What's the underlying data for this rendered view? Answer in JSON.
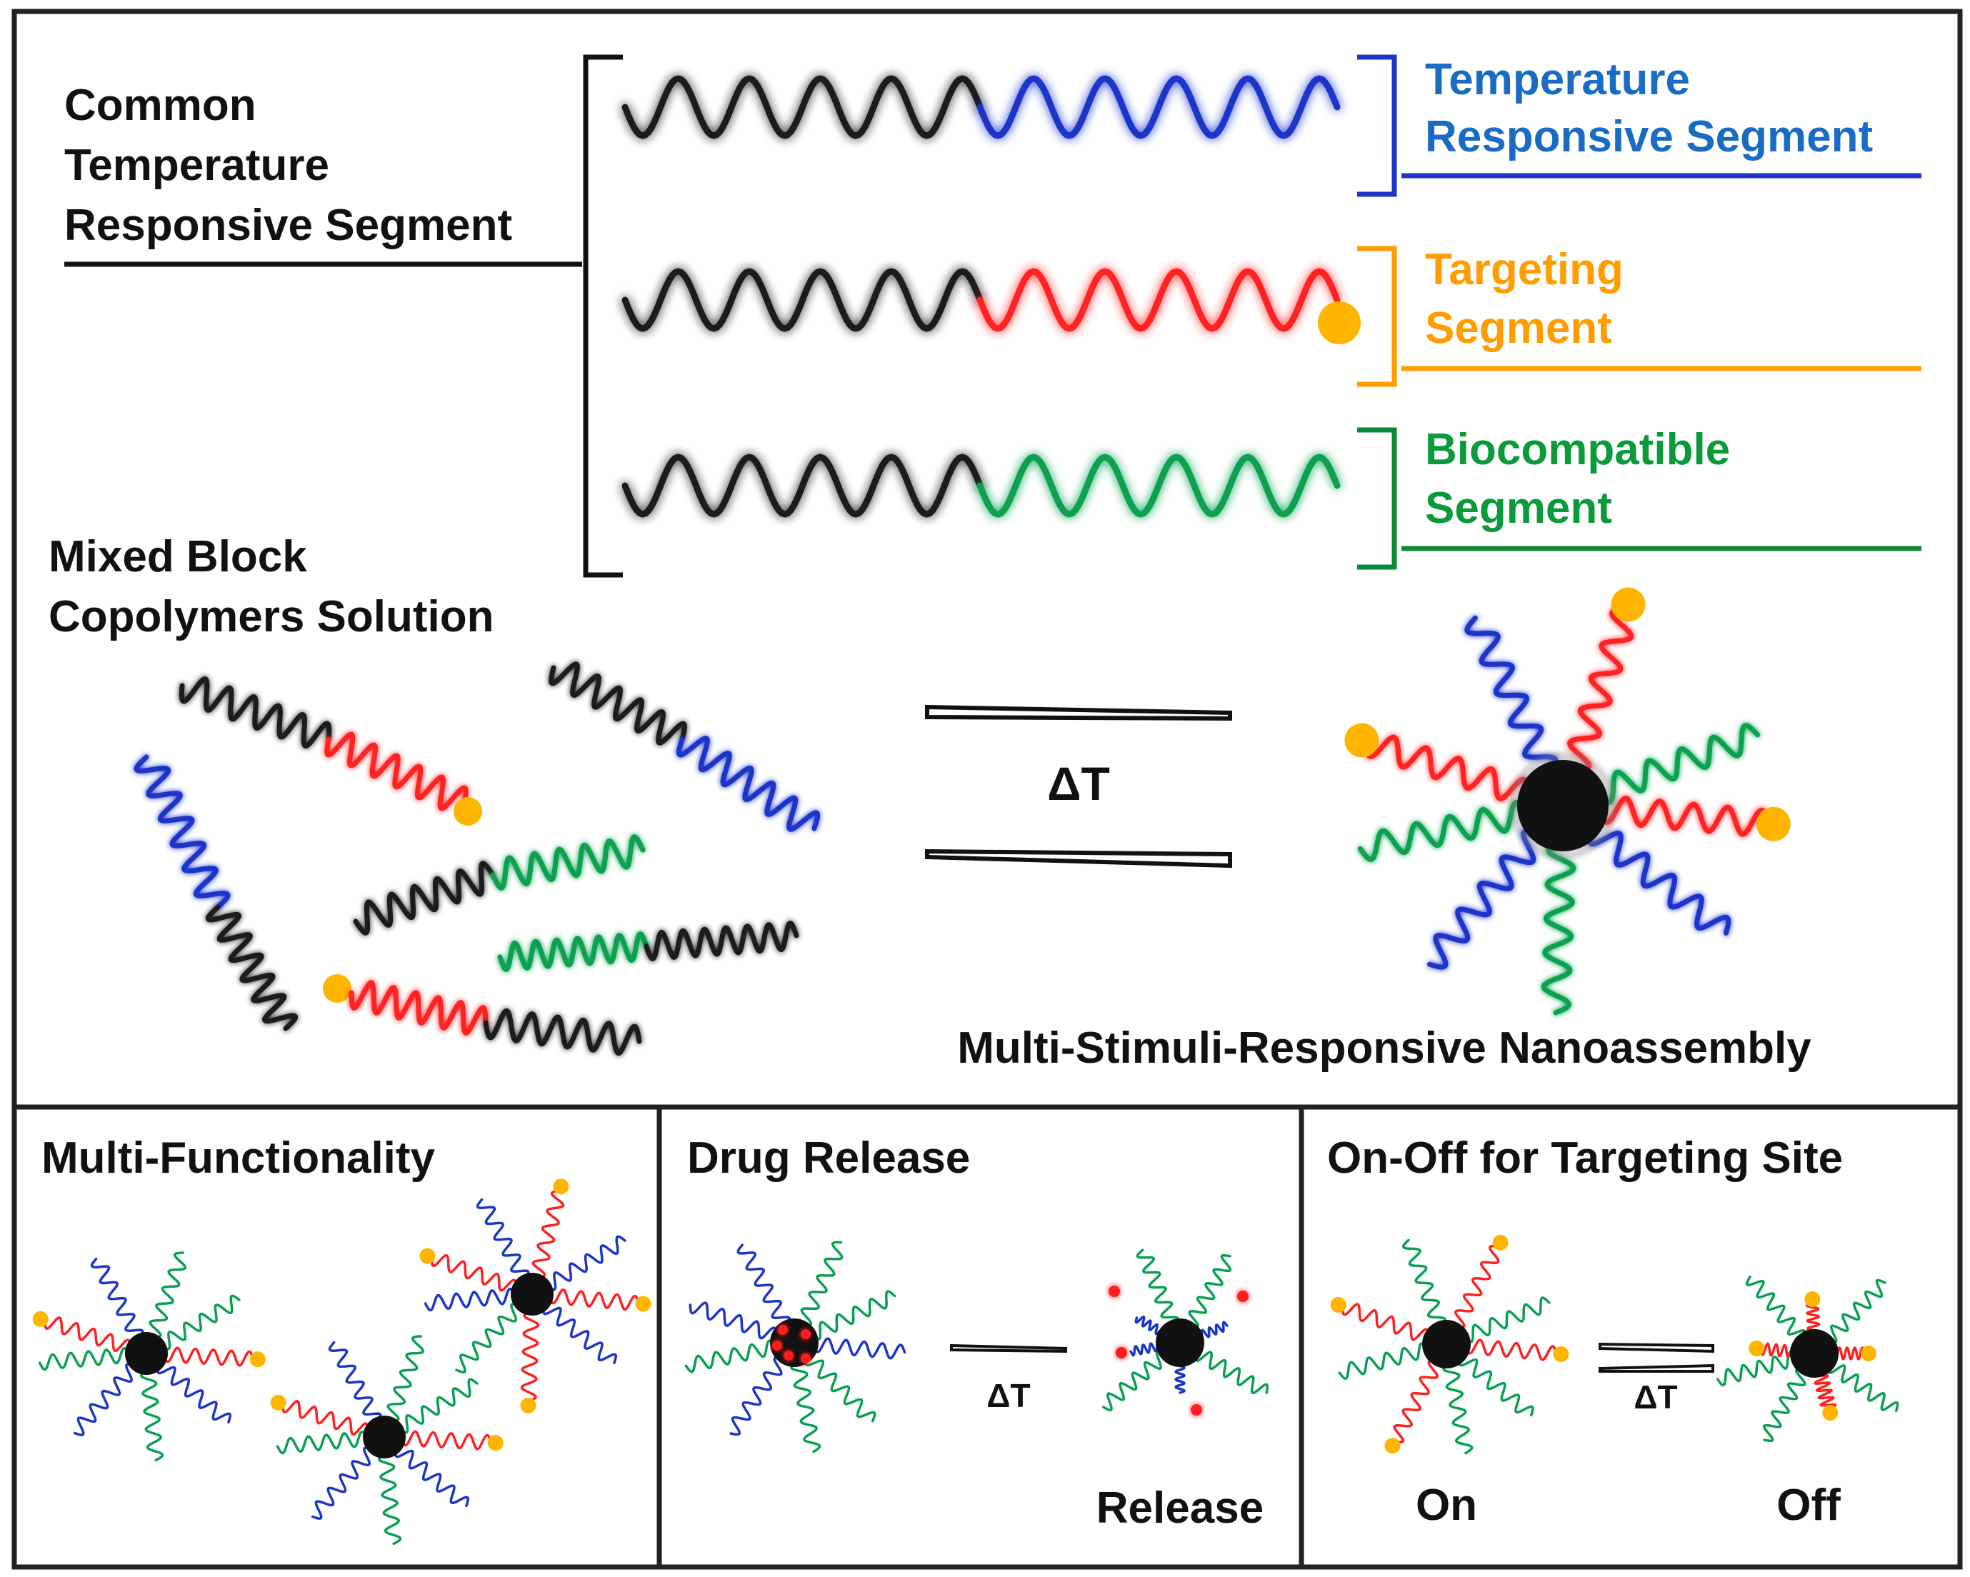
{
  "top": {
    "common_label": [
      "Common",
      "Temperature",
      "Responsive Segment"
    ],
    "temperature_label": [
      "Temperature",
      "Responsive Segment"
    ],
    "targeting_label": [
      "Targeting",
      "Segment"
    ],
    "biocompatible_label": [
      "Biocompatible",
      "Segment"
    ],
    "mixed_label": [
      "Mixed Block",
      "Copolymers  Solution"
    ],
    "delta_t": "ΔT",
    "nanoassembly_label": "Multi-Stimuli-Responsive Nanoassembly"
  },
  "panels": {
    "multi_functionality": {
      "title": "Multi-Functionality"
    },
    "drug_release": {
      "title": "Drug Release",
      "delta_t": "ΔT",
      "state_label": "Release"
    },
    "on_off": {
      "title": "On-Off for Targeting Site",
      "delta_t": "ΔT",
      "on_label": "On",
      "off_label": "Off"
    }
  },
  "colors": {
    "common": "#1a1a1a",
    "temperature": "#1c35c8",
    "targeting": "#ff2020",
    "targeting_ligand": "#ffb400",
    "biocompatible": "#08a050",
    "temperature_text": "#1a6bc4",
    "targeting_text": "#ff9d00",
    "biocompatible_text": "#0a9a3a",
    "drug": "#ff1a1a"
  }
}
